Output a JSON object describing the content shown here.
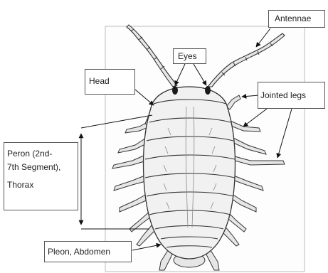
{
  "labels": {
    "antennae": "Antennae",
    "eyes": "Eyes",
    "head": "Head",
    "jointed_legs": "Jointed legs",
    "peron_line1": "Peron (2nd-",
    "peron_line2": "7th Segment),",
    "peron_line3": "Thorax",
    "pleon": "Pleon, Abdomen"
  },
  "colors": {
    "outline": "#333333",
    "shading": "#8a8a8a",
    "body_fill": "#f1f1f1",
    "leg_fill": "#e6e6e6",
    "frame": "#bdbdbd"
  }
}
